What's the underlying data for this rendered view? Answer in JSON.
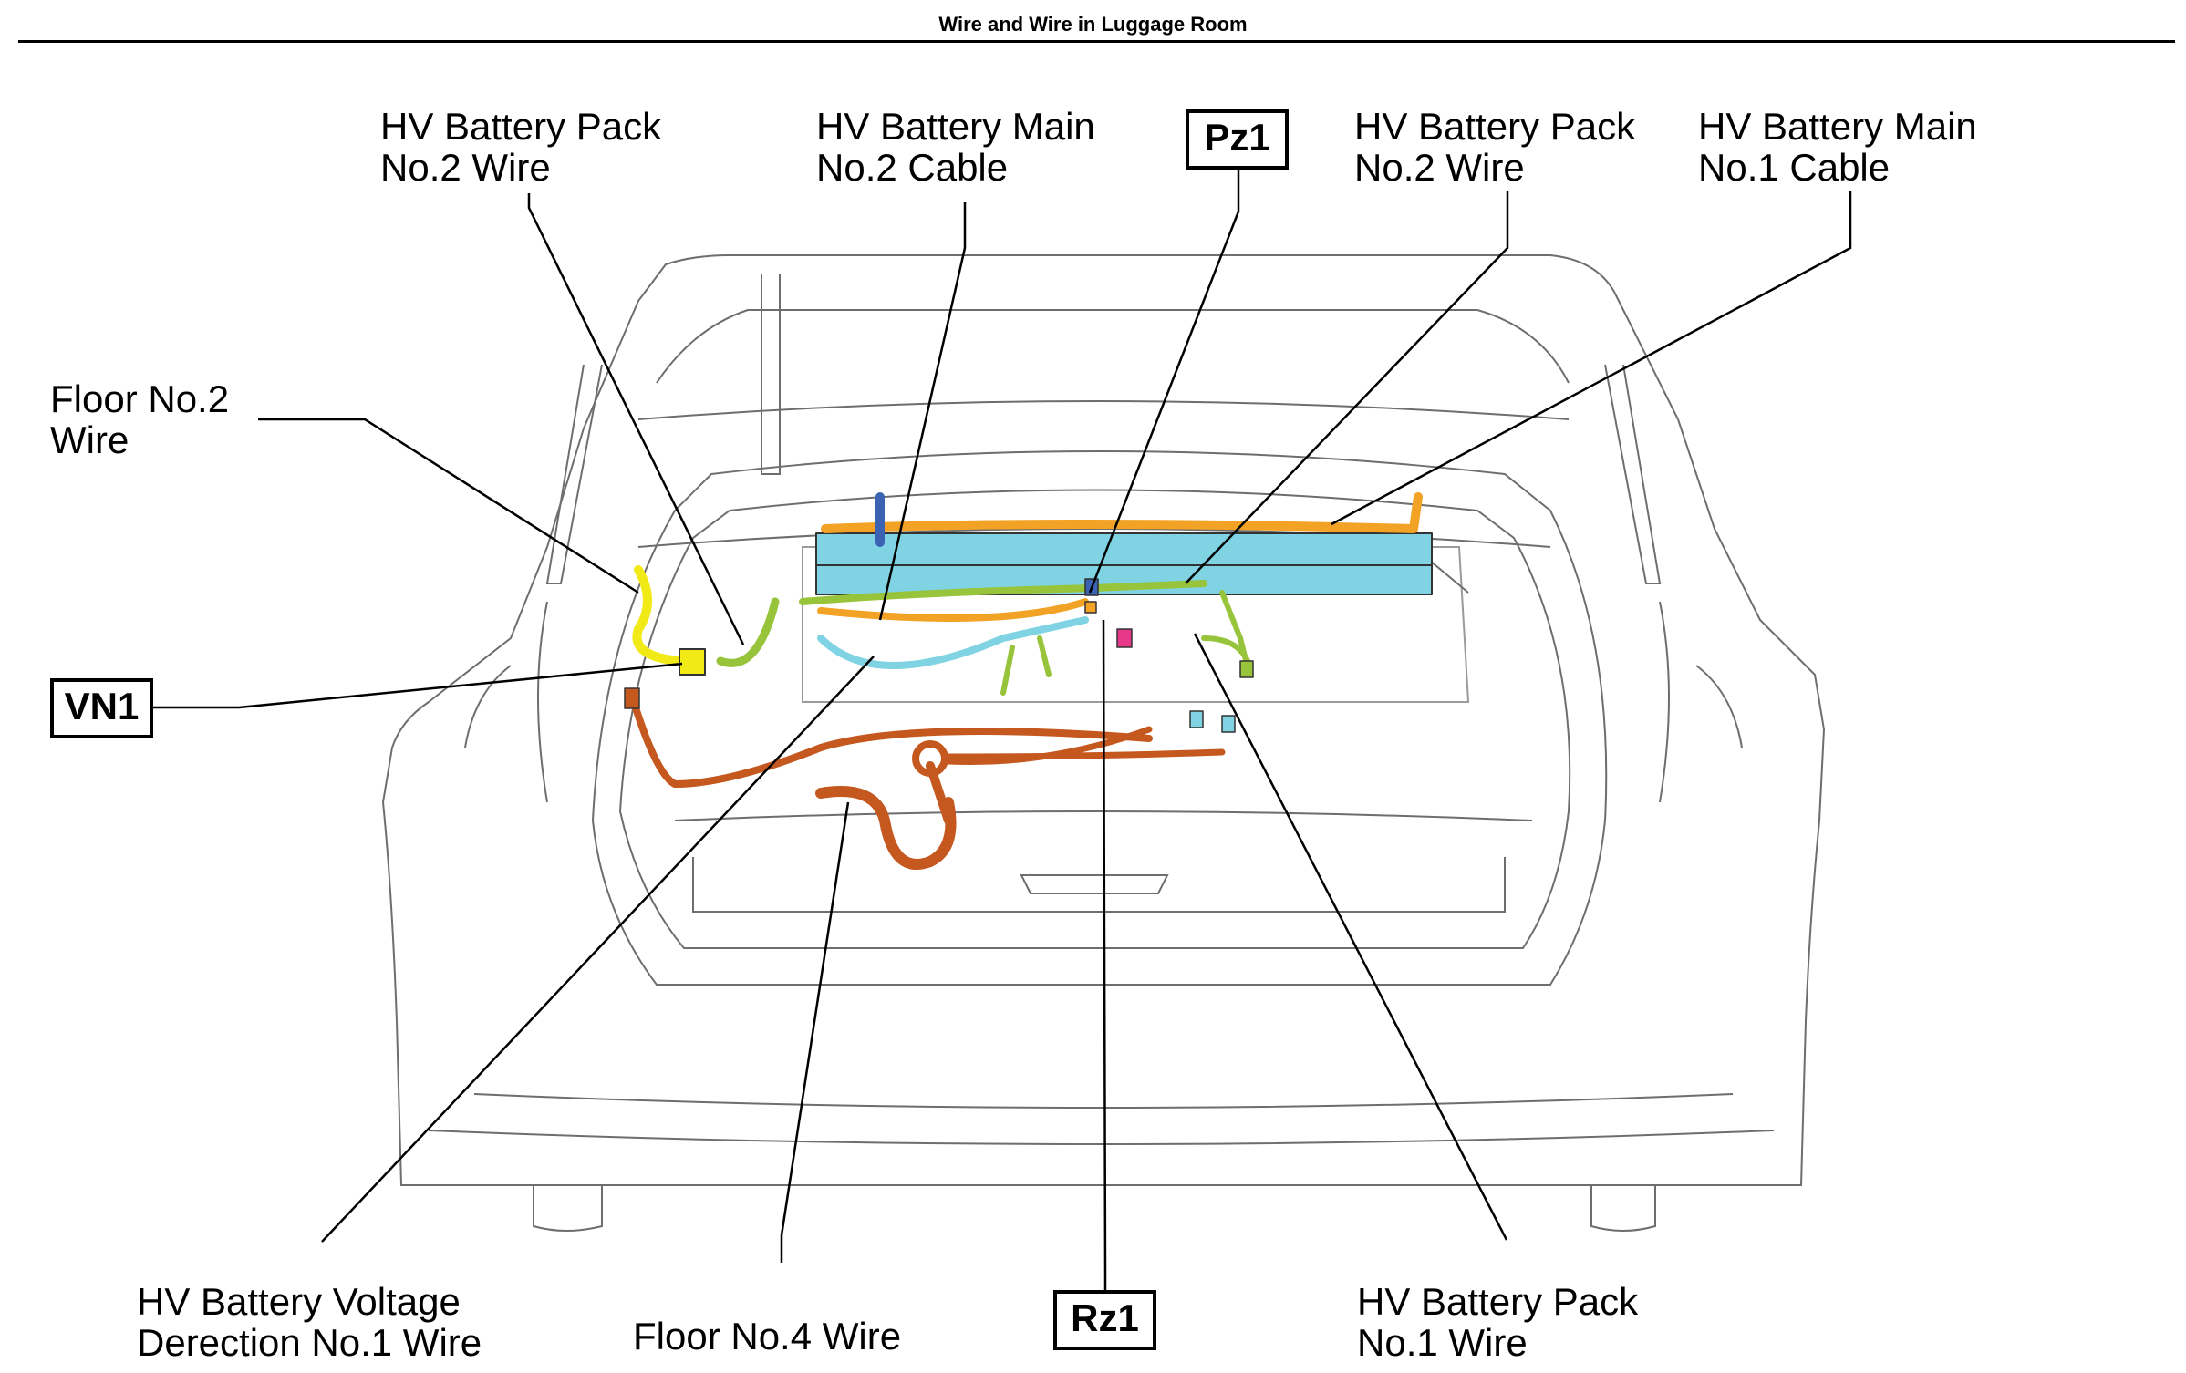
{
  "title": "Wire and Wire in Luggage Room",
  "callouts": {
    "hv_pack_no2_wire_left": [
      "HV Battery Pack",
      "No.2 Wire"
    ],
    "hv_main_no2_cable": [
      "HV Battery Main",
      "No.2 Cable"
    ],
    "hv_pack_no2_wire_right": [
      "HV Battery Pack",
      "No.2 Wire"
    ],
    "hv_main_no1_cable": [
      "HV Battery Main",
      "No.1 Cable"
    ],
    "floor_no2_wire": [
      "Floor No.2",
      "Wire"
    ],
    "hv_voltage_detection": [
      "HV Battery Voltage",
      "Derection No.1 Wire"
    ],
    "floor_no4_wire": [
      "Floor No.4 Wire"
    ],
    "hv_pack_no1_wire": [
      "HV Battery Pack",
      "No.1 Wire"
    ]
  },
  "connectors": {
    "pz1": "Pz1",
    "vn1": "VN1",
    "rz1": "Rz1"
  },
  "colors": {
    "yellow_wire": "#f2ea17",
    "green_wire": "#97c43a",
    "cyan_battery": "#7fd3e3",
    "orange_cable": "#f2a224",
    "brown_floor_wire": "#c4581f",
    "blue_wire": "#3a63b3",
    "pink_connector": "#e8388a"
  }
}
